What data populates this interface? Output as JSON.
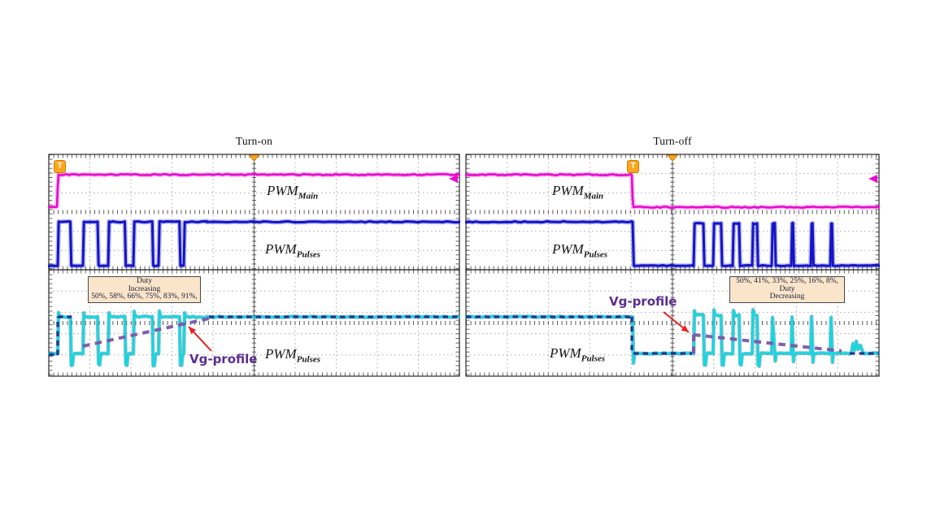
{
  "figure": {
    "left_panel_title": "Turn-on",
    "right_panel_title": "Turn-off",
    "trigger_badge": "T",
    "labels": {
      "pwm": "PWM",
      "main_sub": "Main",
      "pulses_sub": "Pulses",
      "vg_profile": "Vg-profile"
    },
    "duty_box_left": {
      "line1": "Duty",
      "line2": "Increasing",
      "line3": "50%, 58%, 66%, 75%, 83%, 91%,"
    },
    "duty_box_right": {
      "line1": "50%, 41%, 33%, 25%, 16%, 8%,",
      "line2": "Duty",
      "line3": "Decreasing"
    },
    "colors": {
      "pwm_main": "#e80ad0",
      "pwm_pulses": "#1414c8",
      "gate_trace": "#12d8de",
      "gate_trace_edge": "#0a8fae",
      "envelope_dash": "#1b2f8a",
      "vg_profile_dash": "#7b55a8",
      "vg_label_text": "#5b2d8e",
      "arrow_red": "#e82020",
      "trigger_orange": "#ffa61c",
      "annotation_box_bg": "#fbe5ca"
    }
  },
  "chart_data": [
    {
      "type": "line",
      "title": "Turn-on",
      "x_axis": "time (one trigger event, trigger at left edge)",
      "series": [
        {
          "name": "PWM_Main",
          "color": "#e80ad0",
          "behavior": "low before trigger, steps high at trigger, stays high"
        },
        {
          "name": "PWM_Pulses",
          "color": "#1414c8",
          "behavior": "pulse train with increasing duty cycle, then continuously high",
          "duty_cycle_pct": [
            50,
            58,
            66,
            75,
            83,
            91
          ]
        },
        {
          "name": "PWM_Pulses gate voltage",
          "color": "#12d8de",
          "behavior": "gate pulses with overshoot/undershoot following the increasing-duty train, then flat high"
        },
        {
          "name": "Vg-profile",
          "color": "#7b55a8",
          "style": "dashed",
          "behavior": "gate-voltage envelope ramping linearly up across the pulse train to the steady high level"
        }
      ],
      "annotations": [
        "Duty Increasing 50%, 58%, 66%, 75%, 83%, 91%,",
        "Vg-profile"
      ]
    },
    {
      "type": "line",
      "title": "Turn-off",
      "x_axis": "time (trigger at PWM_Main falling edge, near screen center-left)",
      "series": [
        {
          "name": "PWM_Main",
          "color": "#e80ad0",
          "behavior": "high, steps low at trigger, stays low"
        },
        {
          "name": "PWM_Pulses",
          "color": "#1414c8",
          "behavior": "high, falls at trigger, then pulse train with decreasing duty cycle down to narrow runt pulses",
          "duty_cycle_pct": [
            50,
            41,
            33,
            25,
            16,
            8
          ]
        },
        {
          "name": "PWM_Pulses gate voltage",
          "color": "#12d8de",
          "behavior": "flat high, drops at trigger, then decreasing-duty gate pulses with ringing, ending at baseline"
        },
        {
          "name": "Vg-profile",
          "color": "#7b55a8",
          "style": "dashed",
          "behavior": "envelope steps up at first pulse then ramps linearly down to the baseline"
        }
      ],
      "annotations": [
        "50%, 41%, 33%, 25%, 16%, 8%, Duty Decreasing",
        "Vg-profile"
      ]
    }
  ]
}
